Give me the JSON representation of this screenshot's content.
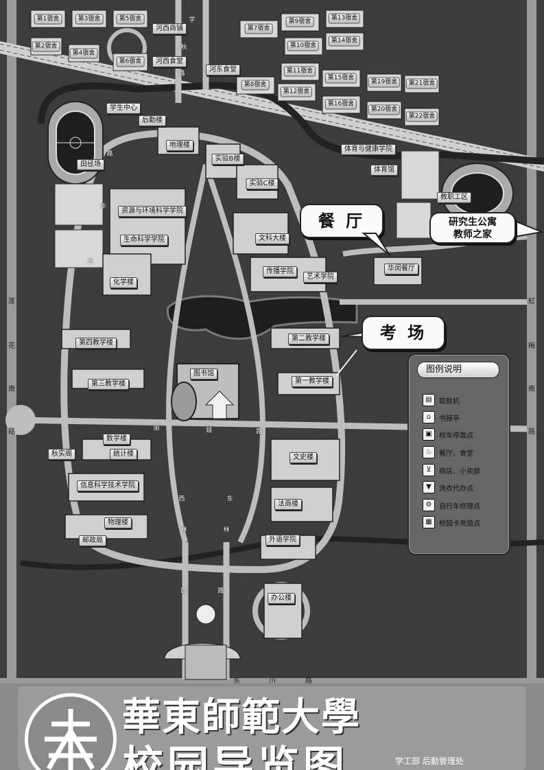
{
  "dormitories": [
    {
      "name": "第1宿舍"
    },
    {
      "name": "第3宿舍"
    },
    {
      "name": "第5宿舍"
    },
    {
      "name": "第2宿舍"
    },
    {
      "name": "第4宿舍"
    },
    {
      "name": "第6宿舍"
    },
    {
      "name": "第7宿舍"
    },
    {
      "name": "第9宿舍"
    },
    {
      "name": "第13宿舍"
    },
    {
      "name": "第10宿舍"
    },
    {
      "name": "第14宿舍"
    },
    {
      "name": "第8宿舍"
    },
    {
      "name": "第11宿舍"
    },
    {
      "name": "第12宿舍"
    },
    {
      "name": "第15宿舍"
    },
    {
      "name": "第16宿舍"
    },
    {
      "name": "第19宿舍"
    },
    {
      "name": "第21宿舍"
    },
    {
      "name": "第20宿舍"
    },
    {
      "name": "第22宿舍"
    }
  ],
  "buildings": [
    {
      "name": "河西商铺"
    },
    {
      "name": "河西食堂"
    },
    {
      "name": "河东食堂"
    },
    {
      "name": "学生中心"
    },
    {
      "name": "后勤楼"
    },
    {
      "name": "田径场"
    },
    {
      "name": "地理楼"
    },
    {
      "name": "实验B楼"
    },
    {
      "name": "实验C楼"
    },
    {
      "name": "体育与健康学院"
    },
    {
      "name": "体育馆"
    },
    {
      "name": "资源与环境科学学院"
    },
    {
      "name": "生命科学学院"
    },
    {
      "name": "化学楼"
    },
    {
      "name": "文科大楼"
    },
    {
      "name": "传播学院"
    },
    {
      "name": "艺术学院"
    },
    {
      "name": "华闵餐厅"
    },
    {
      "name": "第四教学楼"
    },
    {
      "name": "第三教学楼"
    },
    {
      "name": "第二教学楼"
    },
    {
      "name": "第一教学楼"
    },
    {
      "name": "图书馆"
    },
    {
      "name": "数学楼"
    },
    {
      "name": "统计楼"
    },
    {
      "name": "秋实阁"
    },
    {
      "name": "信息科学技术学院"
    },
    {
      "name": "物理楼"
    },
    {
      "name": "文史楼"
    },
    {
      "name": "法商楼"
    },
    {
      "name": "外语学院"
    },
    {
      "name": "办公楼"
    },
    {
      "name": "教职工区"
    },
    {
      "name": "邮政局"
    }
  ],
  "roads": {
    "west_road_chars": [
      "莲",
      "花",
      "南",
      "路"
    ],
    "east_road_chars": [
      "虹",
      "梅",
      "南",
      "路"
    ],
    "south_road_chars": [
      "东",
      "川",
      "路"
    ],
    "inner_road_chars": [
      "丽",
      "娃",
      "路"
    ],
    "loop_chars": [
      "光",
      "华",
      "路",
      "学",
      "秋",
      "路"
    ],
    "west_inner_chars": [
      "西",
      "林",
      "路"
    ],
    "east_inner_chars": [
      "东",
      "林",
      "路"
    ]
  },
  "callouts": {
    "dining": "餐 厅",
    "exam": "考 场",
    "grad_apartment_line1": "研究生公寓",
    "grad_apartment_line2": "教师之家"
  },
  "legend": {
    "title": "图例说明",
    "items": [
      {
        "label": "取款机",
        "icon": "atm-icon"
      },
      {
        "label": "书报亭",
        "icon": "newsstand-icon"
      },
      {
        "label": "校车停靠点",
        "icon": "bus-stop-icon"
      },
      {
        "label": "餐厅、食堂",
        "icon": "dining-icon"
      },
      {
        "label": "商店、小卖部",
        "icon": "shop-icon"
      },
      {
        "label": "洗衣代办点",
        "icon": "laundry-icon"
      },
      {
        "label": "自行车修理点",
        "icon": "bicycle-repair-icon"
      },
      {
        "label": "校园卡充值点",
        "icon": "card-recharge-icon"
      }
    ]
  },
  "banner": {
    "university": "華東師範大學",
    "map_title": "校园导览图",
    "departments": "学工部  后勤管理处"
  },
  "colors": {
    "background": "#3c3c3c",
    "road": "#bdbdbd",
    "lake": "#1e1e1e",
    "callout_fill": "#fafafa"
  }
}
